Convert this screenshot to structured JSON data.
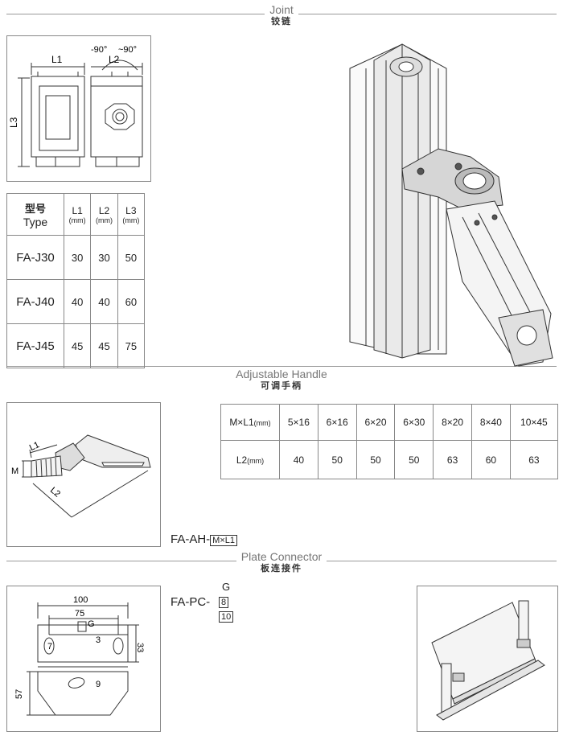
{
  "sections": {
    "joint": {
      "en": "Joint",
      "cn": "铰链"
    },
    "handle": {
      "en": "Adjustable Handle",
      "cn": "可调手柄"
    },
    "plate": {
      "en": "Plate Connector",
      "cn": "板连接件"
    }
  },
  "joint_drawing": {
    "l1": "L1",
    "l2": "L2",
    "l3": "L3",
    "angle_left": "-90°",
    "angle_right": "~90°"
  },
  "joint_table": {
    "type_cn": "型号",
    "type_en": "Type",
    "col_l1": "L1",
    "col_l2": "L2",
    "col_l3": "L3",
    "unit": "(mm)",
    "rows": [
      {
        "type": "FA-J30",
        "l1": "30",
        "l2": "30",
        "l3": "50"
      },
      {
        "type": "FA-J40",
        "l1": "40",
        "l2": "40",
        "l3": "60"
      },
      {
        "type": "FA-J45",
        "l1": "45",
        "l2": "45",
        "l3": "75"
      }
    ]
  },
  "handle_drawing": {
    "l1": "L1",
    "l2": "L2",
    "m": "M"
  },
  "handle_table": {
    "row1_head": "M×L1",
    "row2_head": "L2",
    "unit": "(mm)",
    "sizes": [
      "5×16",
      "6×16",
      "6×20",
      "6×30",
      "8×20",
      "8×40",
      "10×45"
    ],
    "l2_values": [
      "40",
      "50",
      "50",
      "50",
      "63",
      "60",
      "63"
    ]
  },
  "handle_code": {
    "prefix": "FA-AH-",
    "boxed": "M×L1"
  },
  "plate_code": {
    "prefix": "FA-PC-",
    "g": "G",
    "opt1": "8",
    "opt2": "10"
  },
  "plate_drawing": {
    "d100": "100",
    "d75": "75",
    "g": "G",
    "d7": "7",
    "d3": "3",
    "d33": "33",
    "d57": "57",
    "d9": "9"
  }
}
